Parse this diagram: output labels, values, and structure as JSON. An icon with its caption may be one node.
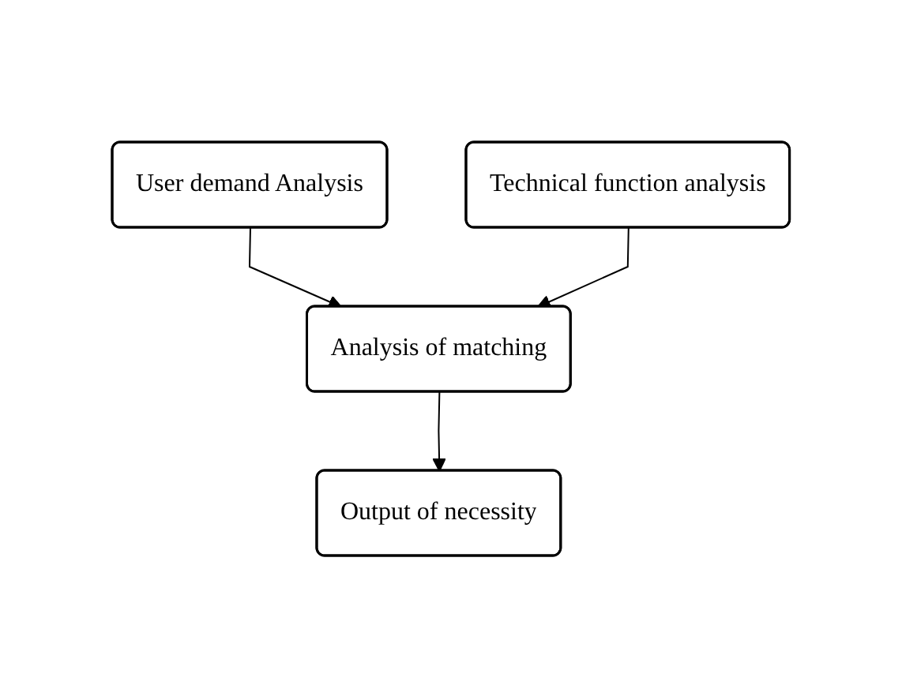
{
  "diagram": {
    "nodes": [
      {
        "text": [
          "User demand Analysis"
        ]
      },
      {
        "text": [
          "Technical function analysis"
        ]
      },
      {
        "text": [
          "Analysis of matching"
        ]
      },
      {
        "text": [
          "Output of necessity"
        ]
      }
    ],
    "edges": [
      {
        "from": 0,
        "to": 2,
        "arrow": "to"
      },
      {
        "from": 1,
        "to": 2,
        "arrow": "to"
      },
      {
        "from": 2,
        "to": 3,
        "arrow": "to"
      }
    ]
  }
}
